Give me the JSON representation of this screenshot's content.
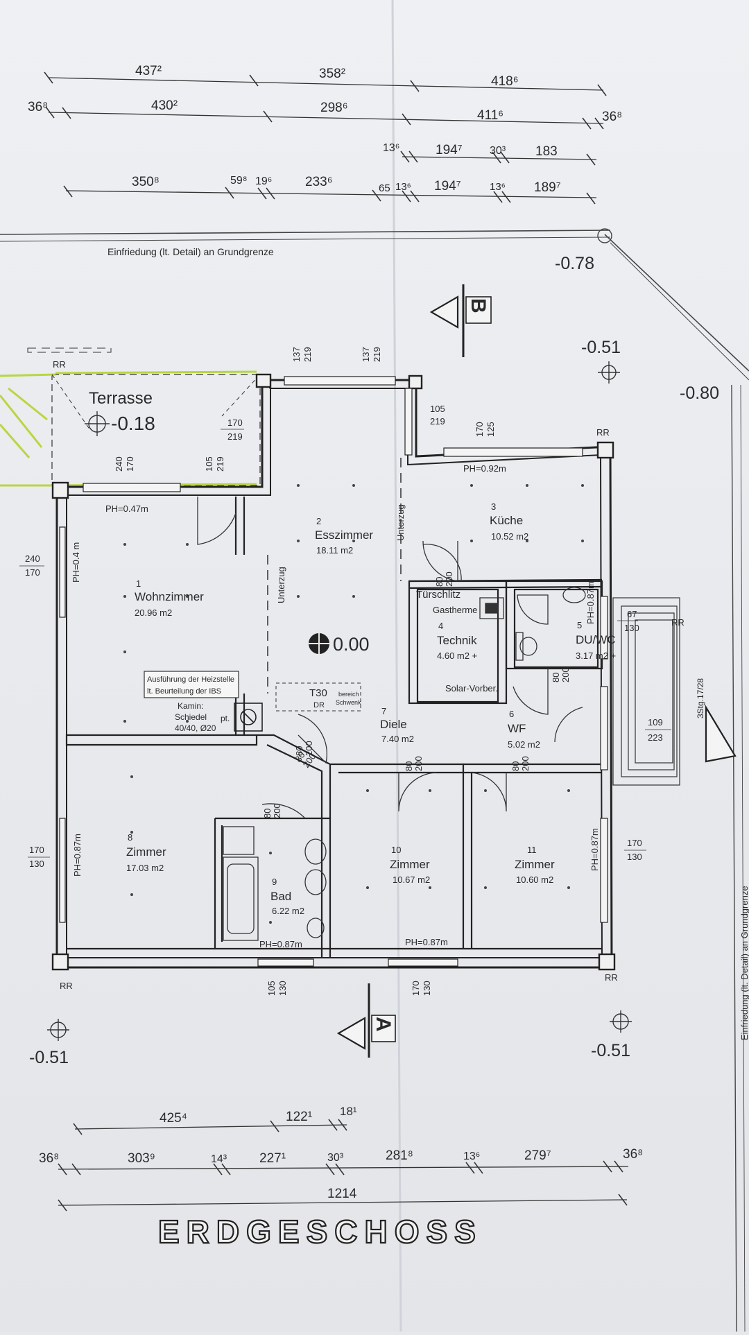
{
  "dimensions": {
    "top_row1": [
      "437²",
      "358²",
      "418⁶"
    ],
    "top_row2": [
      "36⁸",
      "430²",
      "298⁶",
      "411⁶",
      "36⁸"
    ],
    "top_row3": [
      "13⁶",
      "194⁷",
      "30³",
      "183"
    ],
    "top_row4": [
      "350⁸",
      "59⁸",
      "19⁶",
      "233⁶",
      "65",
      "13⁶",
      "194⁷",
      "13⁶",
      "189⁷"
    ],
    "bottom_row1": [
      "425⁴",
      "122¹",
      "18¹"
    ],
    "bottom_row2": [
      "36⁸",
      "303⁹",
      "14³",
      "227¹",
      "30³",
      "281⁸",
      "13⁶",
      "279⁷",
      "36⁸"
    ],
    "bottom_total": "1214"
  },
  "boundary": {
    "top_note": "Einfriedung (lt. Detail) an Grundgrenze",
    "right_note": "Einfriedung (lt. Detail) an Grundgrenze"
  },
  "levels": {
    "top_right": "-0.78",
    "upper_right": "-0.51",
    "far_right": "-0.80",
    "bottom_left": "-0.51",
    "bottom_right": "-0.51",
    "terrace": "-0.18",
    "center": "0.00"
  },
  "sections": {
    "top": "B",
    "bottom": "A"
  },
  "rooms": [
    {
      "id": "terrace",
      "name": "Terrasse"
    },
    {
      "id": "wohnzimmer",
      "num": "1",
      "name": "Wohnzimmer",
      "area": "20.96 m2"
    },
    {
      "id": "esszimmer",
      "num": "2",
      "name": "Esszimmer",
      "area": "18.11 m2"
    },
    {
      "id": "kueche",
      "num": "3",
      "name": "Küche",
      "area": "10.52 m2"
    },
    {
      "id": "technik",
      "num": "4",
      "name": "Technik",
      "area": "4.60 m2 +"
    },
    {
      "id": "duwc",
      "num": "5",
      "name": "DU/WC",
      "area": "3.17 m2 +"
    },
    {
      "id": "wf",
      "num": "6",
      "name": "WF",
      "area": "5.02 m2"
    },
    {
      "id": "diele",
      "num": "7",
      "name": "Diele",
      "area": "7.40 m2"
    },
    {
      "id": "zimmer8",
      "num": "8",
      "name": "Zimmer",
      "area": "17.03 m2"
    },
    {
      "id": "bad",
      "num": "9",
      "name": "Bad",
      "area": "6.22 m2"
    },
    {
      "id": "zimmer10",
      "num": "10",
      "name": "Zimmer",
      "area": "10.67 m2"
    },
    {
      "id": "zimmer11",
      "num": "11",
      "name": "Zimmer",
      "area": "10.60 m2"
    }
  ],
  "window_labels": {
    "w_137_219_a": [
      "137",
      "219"
    ],
    "w_137_219_b": [
      "137",
      "219"
    ],
    "w_170_219": [
      "170",
      "219"
    ],
    "w_240_170": [
      "240",
      "170"
    ],
    "w_105_219": [
      "105",
      "219"
    ],
    "w_105_219_b": [
      "105",
      "219"
    ],
    "w_170_125": [
      "170",
      "125"
    ],
    "w_left_240": [
      "240",
      "170"
    ],
    "w_80_200_a": [
      "80",
      "200"
    ],
    "w_80_200_b": [
      "80",
      "200"
    ],
    "w_80_200_c": [
      "80",
      "200"
    ],
    "w_80_200_d": [
      "80",
      "200"
    ],
    "w_80_200_e": [
      "80",
      "200"
    ],
    "w_80_200_f": [
      "80",
      "200"
    ],
    "w_80_200_g": [
      "80",
      "200"
    ],
    "w_67_130": [
      "67",
      "130"
    ],
    "w_109_223": [
      "109",
      "223"
    ],
    "w_left_170": [
      "170",
      "130"
    ],
    "w_right_170": [
      "170",
      "130"
    ],
    "w_bot_105": [
      "105",
      "130"
    ],
    "w_bot_170": [
      "170",
      "130"
    ]
  },
  "ph_labels": {
    "kueche": "PH=0.92m",
    "wohn_top": "PH=0.47m",
    "wohn_left": "PH=0.4 m",
    "duwc": "PH=0.87m",
    "zimmer8": "PH=0.87m",
    "bad": "PH=0.87m",
    "zimmer10": "PH=0.87m",
    "zimmer11": "PH=0.87m"
  },
  "misc": {
    "rr": "RR",
    "unterzug": "Unterzug",
    "tuerschlitz": "Türschlitz",
    "gastherme": "Gastherme",
    "solar": "Solar-Vorber.",
    "heating_note_1": "Ausführung der Heizstelle",
    "heating_note_2": "lt. Beurteilung der IBS",
    "kamin_1": "Kamin:",
    "kamin_2": "Schiedel",
    "kamin_3": "40/40, Ø20",
    "pt": "pt.",
    "t30": "T30",
    "dr": "DR",
    "bereich_1": "bereich",
    "bereich_2": "Schwenk",
    "stairs": "3Stg.17/28"
  },
  "title": "ERDGESCHOSS"
}
